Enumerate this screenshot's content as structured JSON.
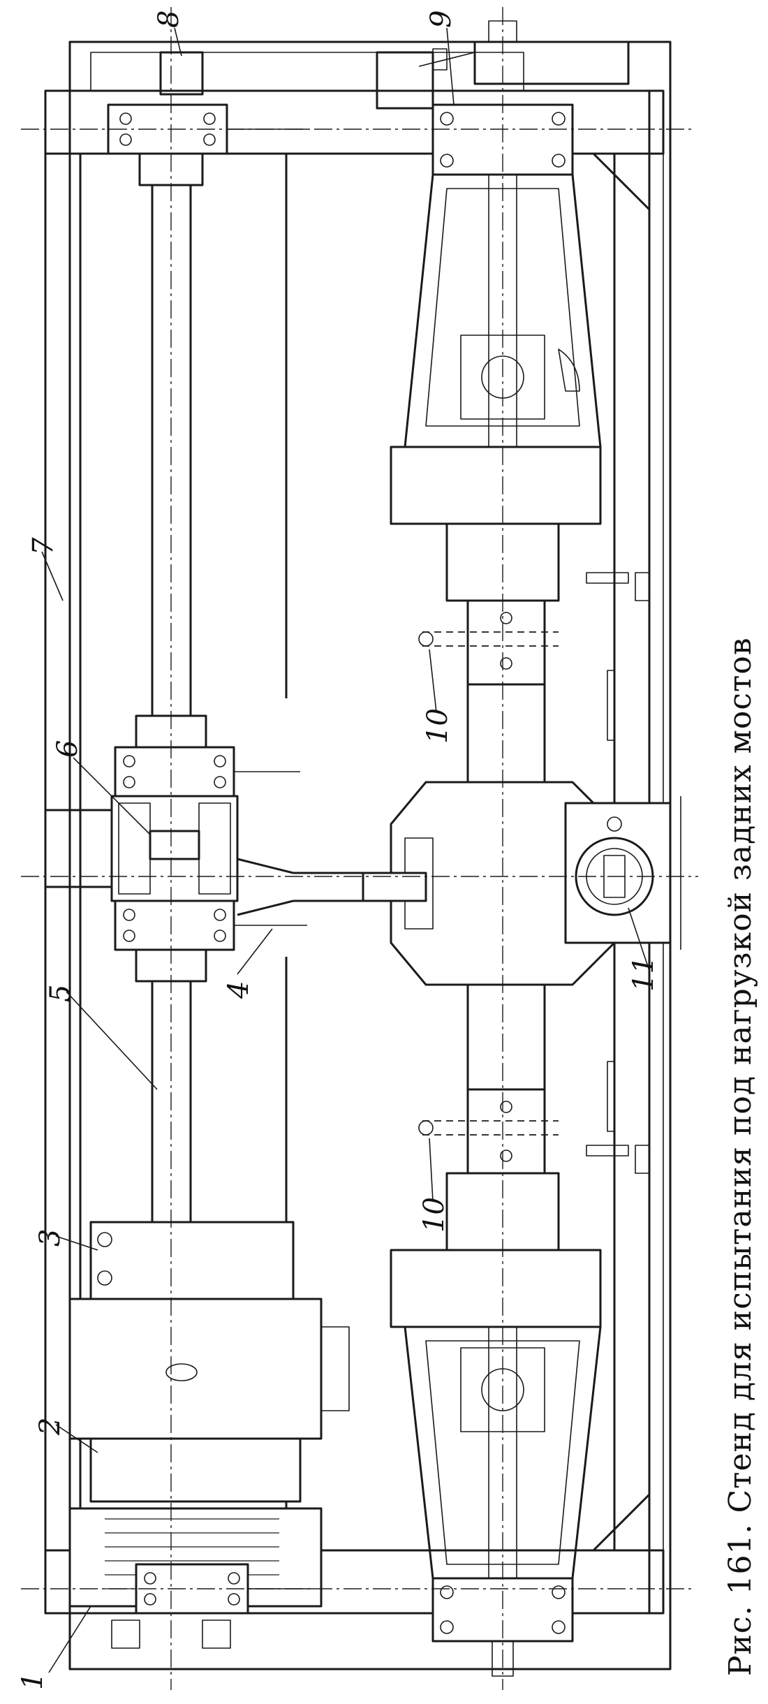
{
  "caption": "Рис. 161. Стенд для испытания под нагрузкой задних мостов",
  "labels": [
    {
      "id": "1",
      "text": "1"
    },
    {
      "id": "2",
      "text": "2"
    },
    {
      "id": "3",
      "text": "3"
    },
    {
      "id": "4",
      "text": "4"
    },
    {
      "id": "5",
      "text": "5"
    },
    {
      "id": "6",
      "text": "6"
    },
    {
      "id": "7",
      "text": "7"
    },
    {
      "id": "8",
      "text": "8"
    },
    {
      "id": "9",
      "text": "9"
    },
    {
      "id": "10a",
      "text": "10"
    },
    {
      "id": "10b",
      "text": "10"
    },
    {
      "id": "11",
      "text": "11"
    }
  ]
}
